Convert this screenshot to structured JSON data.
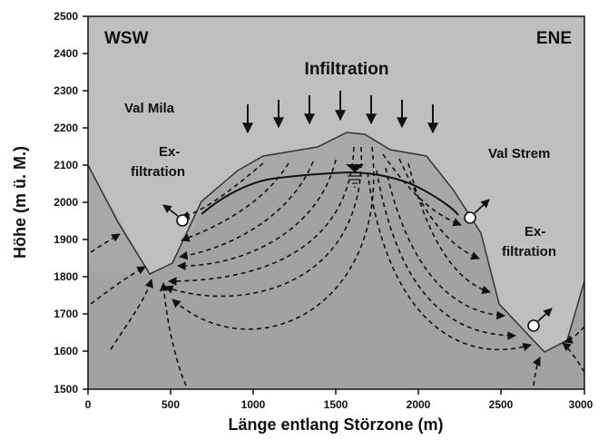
{
  "axes": {
    "y_title": "Höhe (m ü. M.)",
    "x_title": "Länge entlang Störzone (m)",
    "y_ticks": [
      "2500",
      "2400",
      "2300",
      "2200",
      "2100",
      "2000",
      "1900",
      "1800",
      "1700",
      "1600",
      "1500"
    ],
    "x_ticks": [
      "0",
      "500",
      "1000",
      "1500",
      "2000",
      "2500",
      "3000"
    ]
  },
  "labels": {
    "left_direction": "WSW",
    "right_direction": "ENE",
    "infiltration": "Infiltration",
    "val_mila": "Val Mila",
    "val_strem": "Val Strem",
    "exfiltration_left_1": "Ex-",
    "exfiltration_left_2": "filtration",
    "exfiltration_right_1": "Ex-",
    "exfiltration_right_2": "filtration"
  },
  "colors": {
    "air": "#bfbfbf",
    "rock": "#a9a9a9",
    "frame": "#111111"
  }
}
